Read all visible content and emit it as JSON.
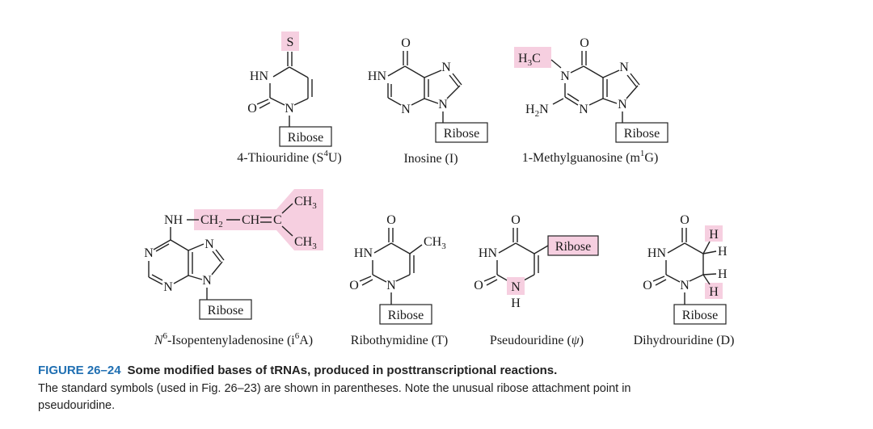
{
  "atoms": {
    "S": "S",
    "O": "O",
    "N": "N",
    "HN": "HN",
    "H": "H",
    "NH": "NH",
    "C": "C",
    "CH": "CH",
    "CH3": "CH",
    "CH2": "CH",
    "H3C": "H",
    "H2N": "H",
    "sub3": "3",
    "sub2": "2",
    "ribose": "Ribose"
  },
  "molecules": [
    {
      "name": "4-Thiouridine (S",
      "sup": "4",
      "tail": "U)"
    },
    {
      "name": "Inosine (I)"
    },
    {
      "name": "1-Methylguanosine (m",
      "sup": "1",
      "tail": "G)"
    },
    {
      "name_italic": "N",
      "sup": "6",
      "name": "-Isopentenyladenosine (i",
      "sup2": "6",
      "tail": "A)"
    },
    {
      "name": "Ribothymidine (T)"
    },
    {
      "name": "Pseudouridine (",
      "psi": "ψ",
      "tail": ")"
    },
    {
      "name": "Dihydrouridine (D)"
    }
  ],
  "caption": {
    "label": "FIGURE 26–24",
    "title": "Some modified bases of tRNAs, produced in posttranscriptional reactions.",
    "body": "The standard symbols (used in Fig. 26–23) are shown in parentheses. Note the unusual ribose attachment point in pseudouridine."
  },
  "colors": {
    "highlight": "#f6cfe0",
    "caption_label": "#1f6fb2"
  }
}
